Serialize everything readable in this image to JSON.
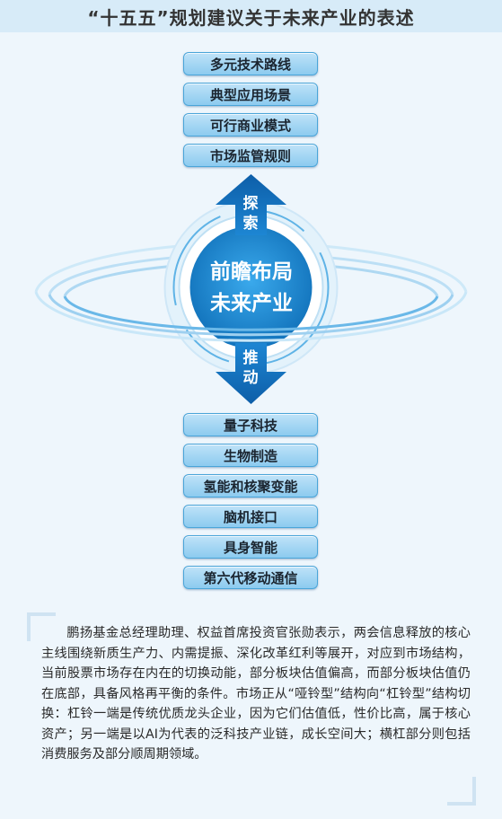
{
  "title": "“十五五”规划建议关于未来产业的表述",
  "explore_items": [
    "多元技术路线",
    "典型应用场景",
    "可行商业模式",
    "市场监管规则"
  ],
  "explore_label": "探索",
  "core_line1": "前瞻布局",
  "core_line2": "未来产业",
  "promote_label": "推动",
  "promote_items": [
    "量子科技",
    "生物制造",
    "氢能和核聚变能",
    "脑机接口",
    "具身智能",
    "第六代移动通信"
  ],
  "paragraph": "鹏扬基金总经理助理、权益首席投资官张勋表示，两会信息释放的核心主线围绕新质生产力、内需提振、深化改革红利等展开，对应到市场结构，当前股票市场存在内在的切换动能，部分板块估值偏高，而部分板块估值仍在底部，具备风格再平衡的条件。市场正从“哑铃型”结构向“杠铃型”结构切换：杠铃一端是传统优质龙头企业，因为它们估值低，性价比高，属于核心资产；另一端是以AI为代表的泛科技产业链，成长空间大；横杠部分则包括消费服务及部分顺周期领域。",
  "colors": {
    "pill_top": "#bfe3f8",
    "pill_bottom": "#8ccbef",
    "core_blue": "#1a8fd8",
    "ring": "#9fd3f2"
  }
}
